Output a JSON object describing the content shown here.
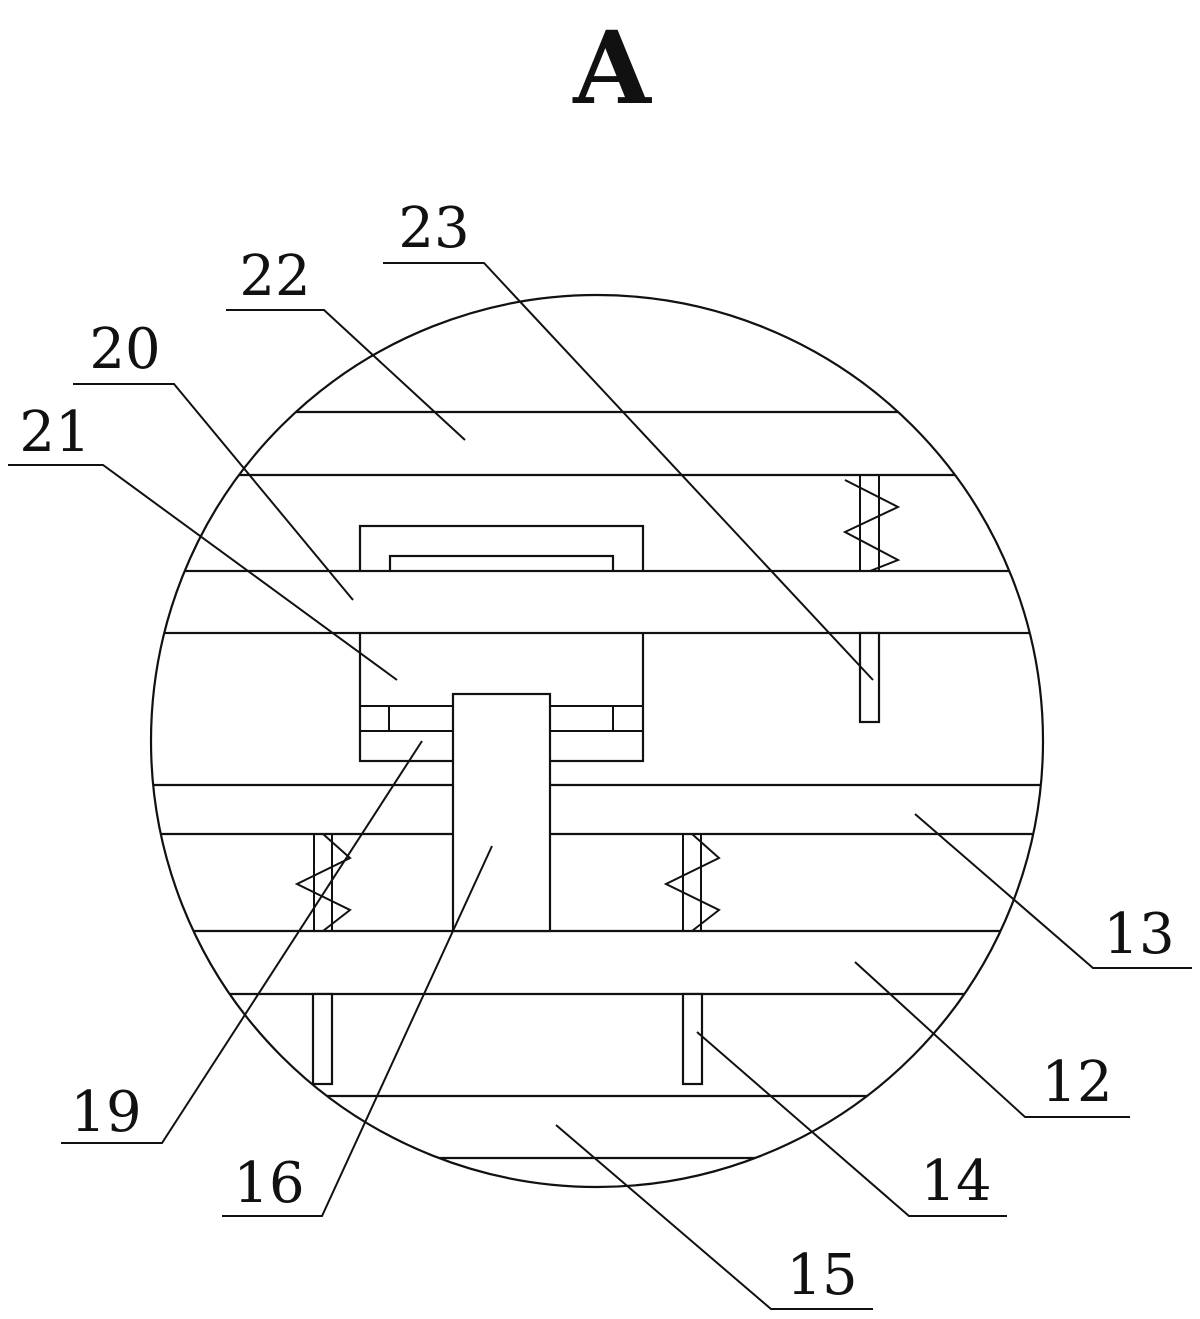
{
  "title": "A",
  "labels": {
    "l23": "23",
    "l22": "22",
    "l20": "20",
    "l21": "21",
    "l13": "13",
    "l12": "12",
    "l19": "19",
    "l16": "16",
    "l14": "14",
    "l15": "15"
  },
  "colors": {
    "line": "#111111",
    "background": "#ffffff"
  }
}
